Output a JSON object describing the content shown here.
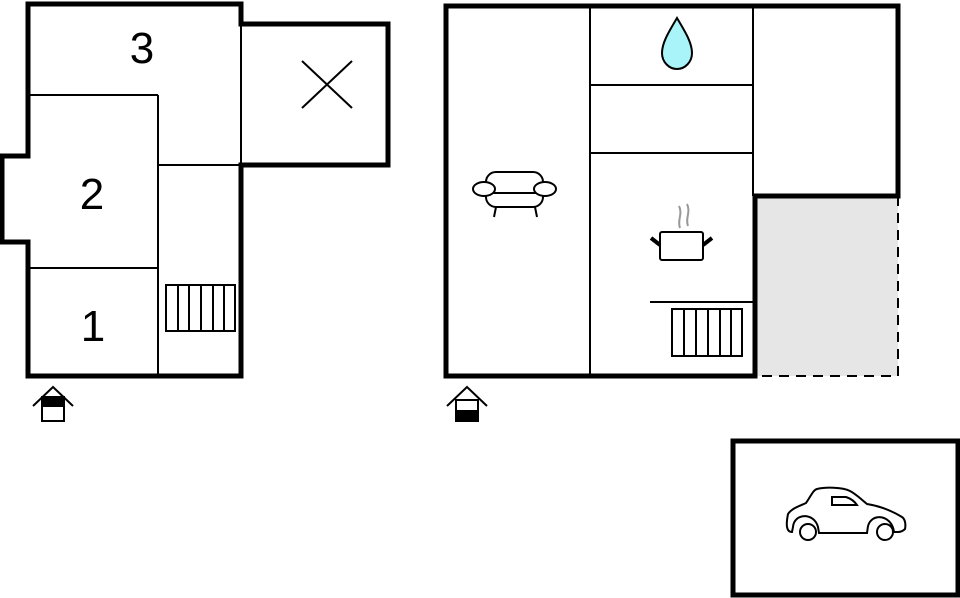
{
  "plan": {
    "upper_floor": {
      "rooms": [
        {
          "label": "1",
          "type": "bedroom"
        },
        {
          "label": "2",
          "type": "bedroom"
        },
        {
          "label": "3",
          "type": "bedroom"
        }
      ],
      "icons": [
        "void-cross-icon",
        "stairs-icon",
        "entrance-icon-upper"
      ]
    },
    "ground_floor": {
      "icons": [
        "living-room-sofa-icon",
        "bathroom-water-drop-icon",
        "kitchen-pot-icon",
        "stairs-icon",
        "entrance-icon-lower"
      ],
      "terrace": "covered-terrace"
    },
    "garage": {
      "icons": [
        "car-icon"
      ]
    }
  },
  "colors": {
    "wall": "#000000",
    "water_drop": "#a8f4f8",
    "terrace_fill": "#e6e6e6",
    "steam": "#999999"
  }
}
